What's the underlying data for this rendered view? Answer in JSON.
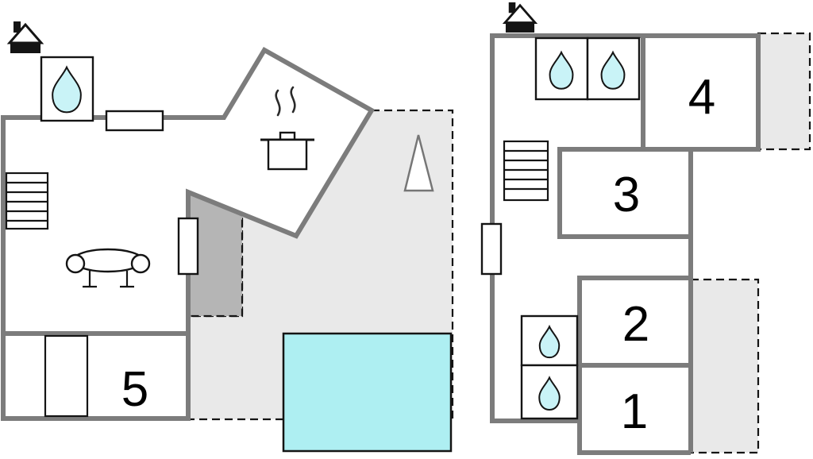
{
  "floors": {
    "ground": {
      "room_numbers": [
        "5"
      ]
    },
    "upper": {
      "room_numbers": [
        "1",
        "2",
        "3",
        "4"
      ]
    }
  },
  "colors": {
    "wall": "#7c7c7c",
    "dash_line": "#141414",
    "terrace": "#e9e9e9",
    "storage": "#b5b5b5",
    "pool": "#aeeff2",
    "water_drop": "#c9f3f7",
    "tree_outline": "#767676"
  },
  "icons": {
    "chimney": "house-chimney",
    "shower": "water-drop",
    "stairs": "stairs",
    "sofa": "sofa",
    "stove": "pot-with-steam",
    "tree": "tree",
    "pool": "swimming-pool",
    "bed": "bed",
    "door": "door-opening",
    "window": "window"
  }
}
